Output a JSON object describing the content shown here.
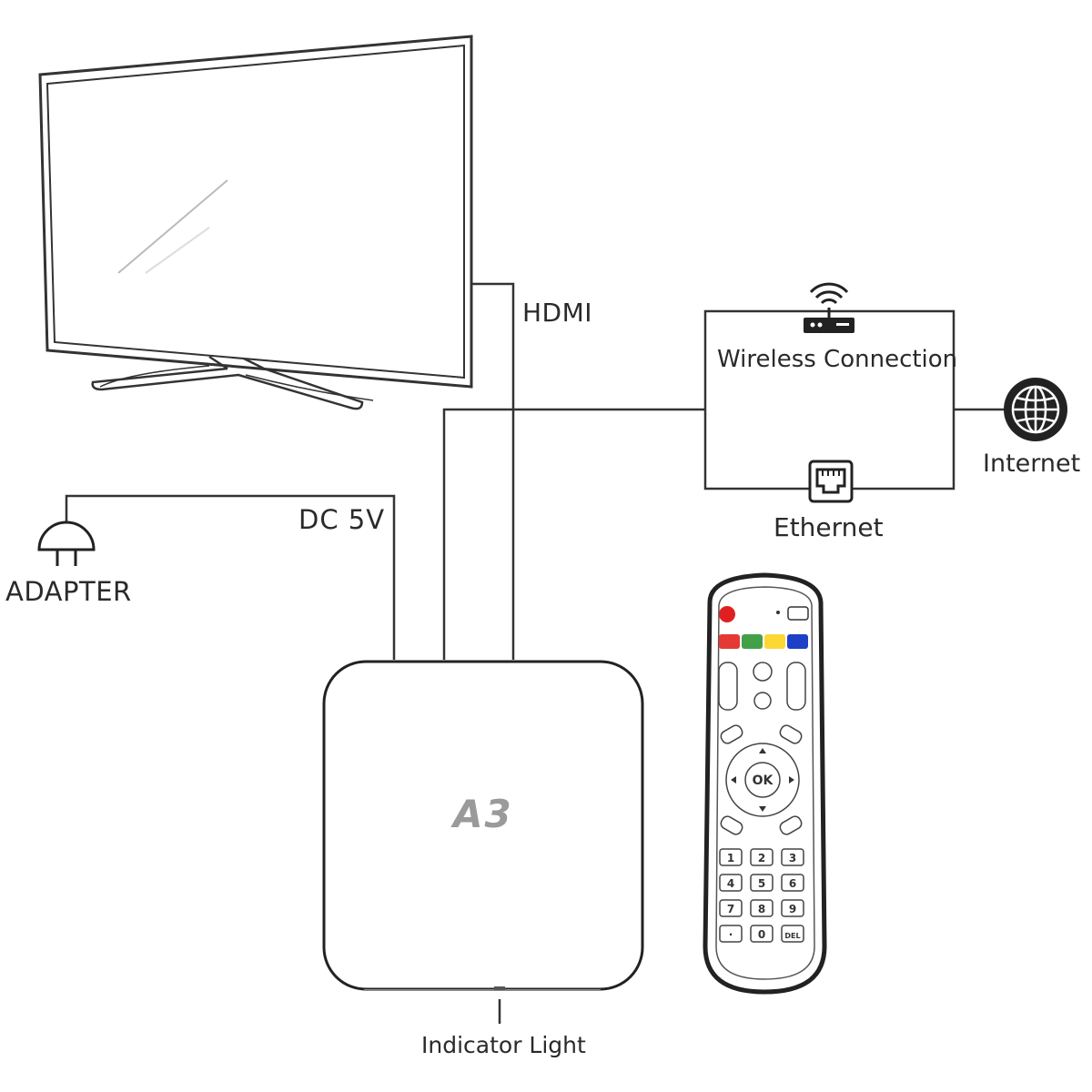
{
  "labels": {
    "hdmi": "HDMI",
    "wireless": "Wireless Connection",
    "internet": "Internet",
    "ethernet": "Ethernet",
    "dc": "DC 5V",
    "adapter": "ADAPTER",
    "indicator": "Indicator Light"
  },
  "device": {
    "model": "A3"
  },
  "remote": {
    "color_keys": [
      "#e53935",
      "#43a047",
      "#fdd835",
      "#1e40c8"
    ],
    "power_color": "#e02020",
    "ok_label": "OK",
    "numpad": [
      "1",
      "2",
      "3",
      "4",
      "5",
      "6",
      "7",
      "8",
      "9",
      "·",
      "0",
      "DEL"
    ]
  },
  "icons": {
    "tv": "tv-icon",
    "router": "wifi-router-icon",
    "ethernet": "ethernet-port-icon",
    "globe": "globe-icon",
    "plug": "power-plug-icon",
    "remote": "remote-control-icon"
  }
}
